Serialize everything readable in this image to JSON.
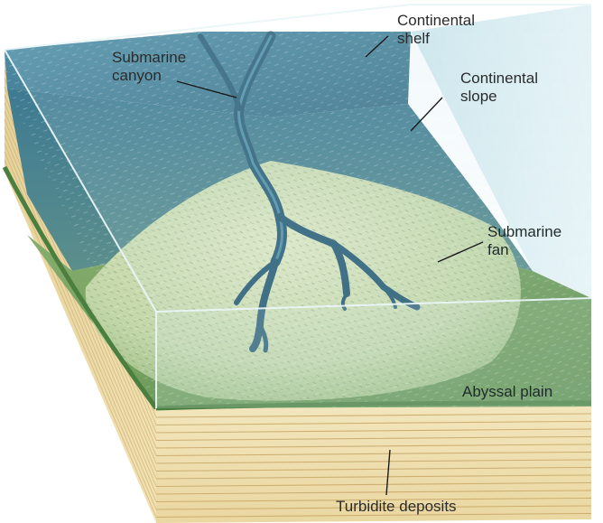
{
  "labels": {
    "submarine_canyon": {
      "line1": "Submarine",
      "line2": "canyon"
    },
    "continental_shelf": {
      "line1": "Continental",
      "line2": "shelf"
    },
    "continental_slope": {
      "line1": "Continental",
      "line2": "slope"
    },
    "submarine_fan": {
      "line1": "Submarine",
      "line2": "fan"
    },
    "abyssal_plain": "Abyssal plain",
    "turbidite_deposits": "Turbidite deposits"
  },
  "colors": {
    "shelf_water": "#3f7f96",
    "slope_water": "#3d7488",
    "fan": "#c9d8b0",
    "abyssal_plain": "#6f9c5a",
    "canyon": "#2c5f77",
    "sediment_light": "#f2e3b5",
    "sediment_line": "#c9a96a",
    "glass_edge": "#d8ecf0"
  }
}
